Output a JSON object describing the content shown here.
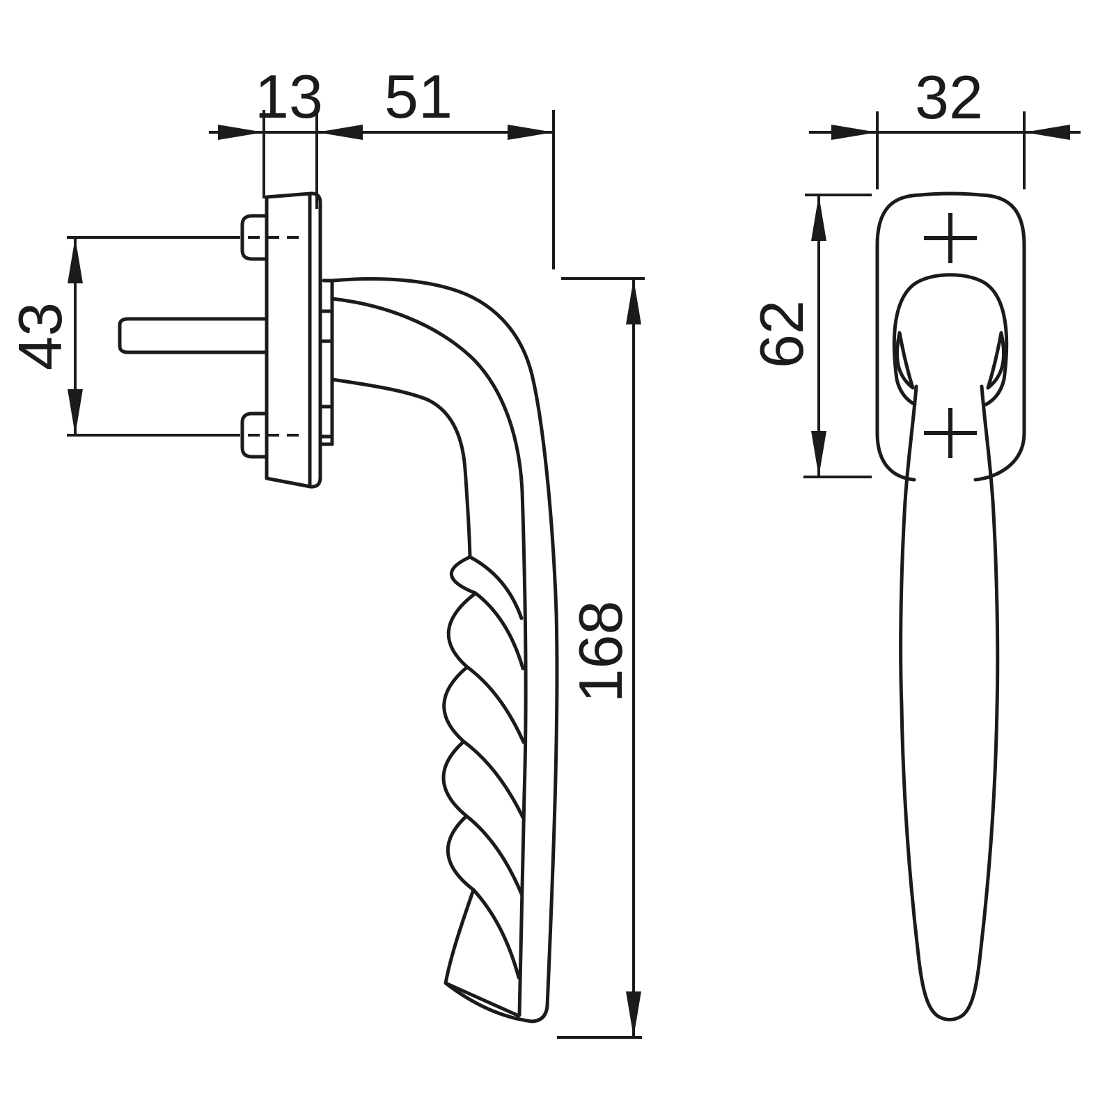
{
  "drawing": {
    "subject": "Window handle technical drawing with two orthographic views",
    "background_color": "#ffffff",
    "line_color": "#1b1b1b",
    "views": {
      "left": "side profile view with rosette plate, spindle and finger-grip handle",
      "right": "front elevation view with rosette and tapered grip"
    },
    "dimension_labels": {
      "rosette_thickness": "13",
      "handle_projection": "51",
      "screw_hole_spacing": "43",
      "handle_length": "168",
      "rosette_width": "32",
      "rosette_height": "62"
    },
    "icons": {
      "screw_position_marker": "plus-cross"
    }
  }
}
